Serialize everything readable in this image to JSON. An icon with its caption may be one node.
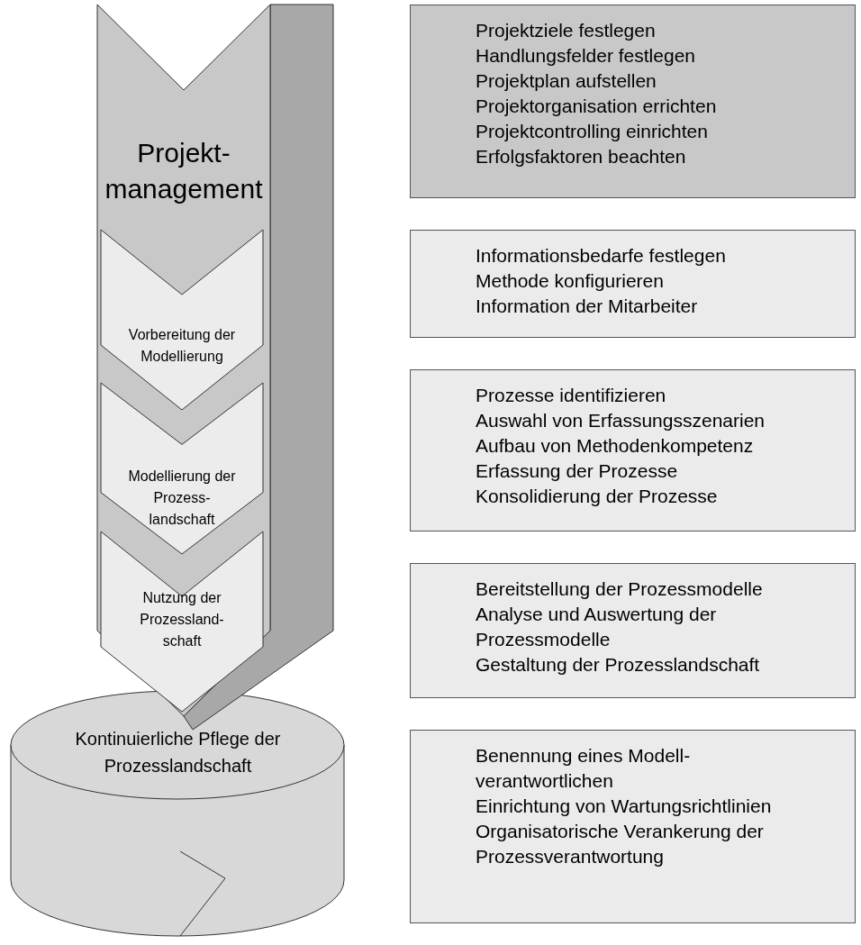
{
  "diagram": {
    "nodes": [
      {
        "text": [
          "Projekt- management"
        ]
      },
      {
        "text": [
          "Vorbereitung der Modellierung"
        ],
        "in": 0
      },
      {
        "text": [
          "Modellierung der Prozess- landschaft"
        ],
        "in": 0
      },
      {
        "text": [
          "Nutzung der Prozessland- schaft"
        ],
        "in": 0
      },
      {
        "text": [
          "Kontinuierliche Pflege der Prozesslandschaft"
        ]
      },
      {
        "text": [
          "Projektziele festlegen",
          "Handlungsfelder festlegen",
          "Projektplan aufstellen",
          "Projektorganisation errichten",
          "Projektcontrolling einrichten",
          "Erfolgsfaktoren beachten"
        ]
      },
      {
        "text": [
          "Informationsbedarfe festlegen",
          "Methode konfigurieren",
          "Information der Mitarbeiter"
        ]
      },
      {
        "text": [
          "Prozesse identifizieren",
          "Auswahl von Erfassungsszenarien",
          "Aufbau von Methodenkompetenz",
          "Erfassung der Prozesse",
          "Konsolidierung  der Prozesse"
        ]
      },
      {
        "text": [
          "Bereitstellung der Prozessmodelle",
          "Analyse und Auswertung der Prozessmodelle",
          "Gestaltung der Prozesslandschaft"
        ]
      },
      {
        "text": [
          "Benennung eines Modell- verantwortlichen",
          "Einrichtung von Wartungsrichtlinien",
          "Organisatorische Verankerung der Prozessverantwortung"
        ]
      }
    ],
    "edges": []
  }
}
